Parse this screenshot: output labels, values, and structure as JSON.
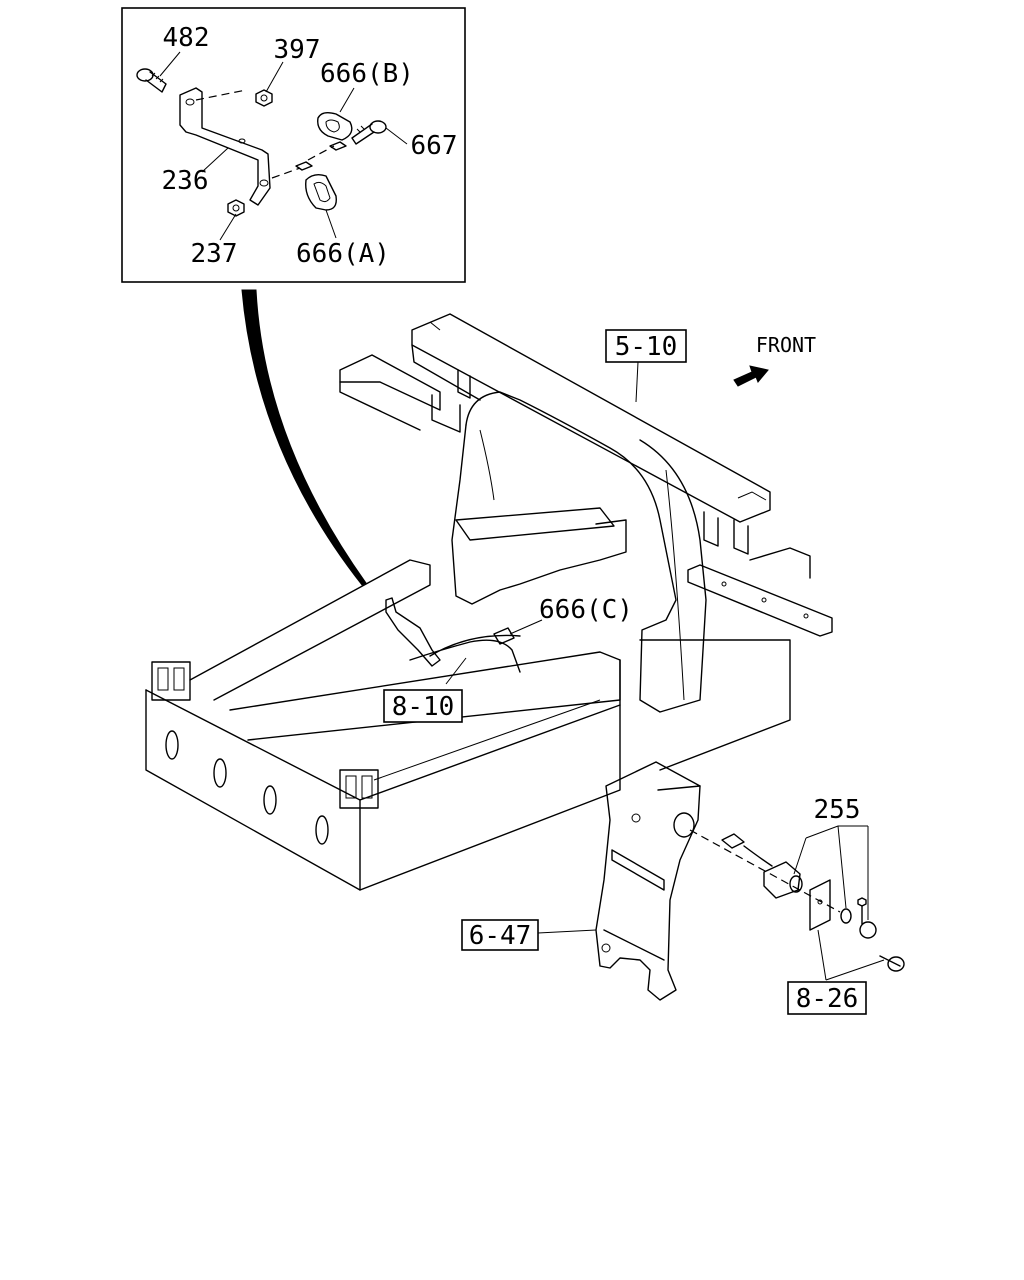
{
  "labels": {
    "p482": "482",
    "p397": "397",
    "p666b": "666(B)",
    "p667": "667",
    "p236": "236",
    "p237": "237",
    "p666a": "666(A)",
    "p666c": "666(C)",
    "p255": "255",
    "ref510": "5-10",
    "ref810": "8-10",
    "ref647": "6-47",
    "ref826": "8-26",
    "front": "FRONT"
  }
}
